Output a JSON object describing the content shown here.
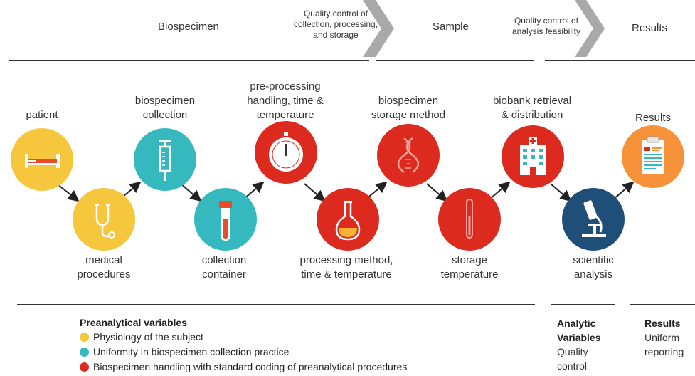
{
  "header": {
    "stage1": "Biospecimen",
    "qc1": [
      "Quality control of",
      "collection, processing,",
      "and storage"
    ],
    "stage2": "Sample",
    "qc2": [
      "Quality control of",
      "analysis feasibility"
    ],
    "stage3": "Results"
  },
  "steps": [
    {
      "lines": [
        "patient"
      ],
      "icon": "bed-icon",
      "color": "#f6c63c"
    },
    {
      "lines": [
        "medical",
        "procedures"
      ],
      "icon": "stethoscope-icon",
      "color": "#f6c63c"
    },
    {
      "lines": [
        "biospecimen",
        "collection"
      ],
      "icon": "syringe-icon",
      "color": "#35b9bf"
    },
    {
      "lines": [
        "collection",
        "container"
      ],
      "icon": "test-tube-icon",
      "color": "#35b9bf"
    },
    {
      "lines": [
        "pre-processing",
        "handling, time &",
        "temperature"
      ],
      "icon": "stopwatch-icon",
      "color": "#dd2a1e"
    },
    {
      "lines": [
        "processing method,",
        "time & temperature"
      ],
      "icon": "flask-icon",
      "color": "#dd2a1e"
    },
    {
      "lines": [
        "biospecimen",
        "storage method"
      ],
      "icon": "dna-icon",
      "color": "#dd2a1e"
    },
    {
      "lines": [
        "storage",
        "temperature"
      ],
      "icon": "thermometer-icon",
      "color": "#dd2a1e"
    },
    {
      "lines": [
        "biobank retrieval",
        "& distribution"
      ],
      "icon": "hospital-icon",
      "color": "#dd2a1e"
    },
    {
      "lines": [
        "scientific",
        "analysis"
      ],
      "icon": "microscope-icon",
      "color": "#1f4e79"
    },
    {
      "lines": [
        "Results"
      ],
      "icon": "clipboard-icon",
      "color": "#f7923a"
    }
  ],
  "legend": {
    "title": "Preanalytical variables",
    "items": [
      {
        "label": "Physiology of the subject",
        "color": "#f6c63c"
      },
      {
        "label": "Uniformity in biospecimen collection practice",
        "color": "#35b9bf"
      },
      {
        "label": "Biospecimen handling with standard coding of preanalytical procedures",
        "color": "#dd2a1e"
      }
    ]
  },
  "analytic": {
    "title": [
      "Analytic",
      "Variables"
    ],
    "text": [
      "Quality",
      "control"
    ]
  },
  "results_box": {
    "title": "Results",
    "text": [
      "Uniform",
      "reporting"
    ]
  }
}
